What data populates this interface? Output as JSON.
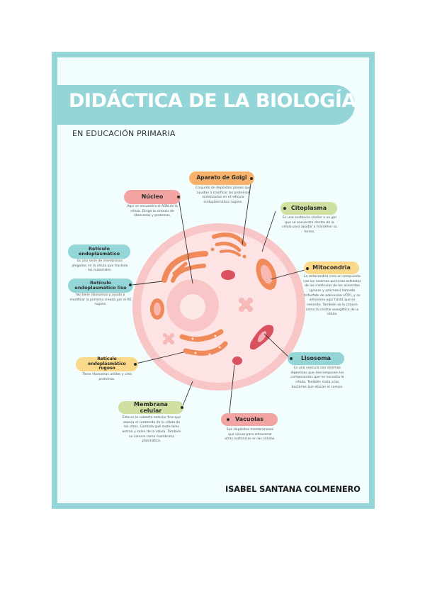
{
  "header": {
    "title": "DIDÁCTICA DE LA BIOLOGÍA",
    "subtitle": "EN EDUCACIÓN PRIMARIA"
  },
  "author": "ISABEL SANTANA COLMENERO",
  "colors": {
    "frame": "#94d6d8",
    "background": "#f2fdfd",
    "cell_outer": "#f8c6c6",
    "cell_inner": "#fde3e3",
    "organelle_orange": "#f08a5a",
    "organelle_red": "#d9505f"
  },
  "organelles": [
    {
      "id": "nucleo",
      "label": "Núcleo",
      "color": "#f4a3a3",
      "description": "Aquí se encuentra el ADN de la célula. Dirige la síntesis de ribosomas y proteínas."
    },
    {
      "id": "golgi",
      "label": "Aparato de Golgi",
      "color": "#f6b26b",
      "description": "Conjunto de depósitos planos que ayudan a clasificar las proteínas sintetizadas en el retículo endoplasmático rugoso."
    },
    {
      "id": "citoplasma",
      "label": "Citoplasma",
      "color": "#cfe0a0",
      "description": "Es una sustancia similar a un gel que se encuentra dentro de la célula para ayudar a mantener su forma."
    },
    {
      "id": "reticulo",
      "label": "Retículo endoplasmático",
      "color": "#94d6d8",
      "description": "Es una serie de membranas plegadas en la célula que traslada los materiales."
    },
    {
      "id": "reticulo-liso",
      "label": "Retículo endoplasmático liso",
      "color": "#94d6d8",
      "description": "No tiene ribosomas y ayuda a modificar la proteína creada por el RE rugoso."
    },
    {
      "id": "mitocondria",
      "label": "Mitocondria",
      "color": "#fbd98a",
      "description": "La mitocondria crea un compuesto con las enzimas químicas extraídas de las moléculas de los alimentos (grasas y azúcares) llamado trifosfato de adenosina (ATP), y se almacena aquí hasta que se necesita. También se la conoce como la central energética de la célula."
    },
    {
      "id": "reticulo-rugoso",
      "label": "Retículo endoplasmático rugoso",
      "color": "#fbd98a",
      "description": "Tiene ribosomas unidos y crea proteínas."
    },
    {
      "id": "lisosoma",
      "label": "Lisosoma",
      "color": "#94d6d8",
      "description": "Es una vesícula con enzimas digestivas que descomponen los componentes que no necesita la célula. También mata a las bacterias que atacan el cuerpo."
    },
    {
      "id": "membrana",
      "label": "Membrana celular",
      "color": "#cfe0a0",
      "description": "Esta es la cubierta exterior fina que separa el contenido de la célula de los otros. Controla qué materiales entran y salen de la célula. También se conoce como membrana plasmática."
    },
    {
      "id": "vacuolas",
      "label": "Vacuolas",
      "color": "#f4a3a3",
      "description": "Son depósitos membranosos que sirven para almacenar otras sustancias en las células."
    }
  ]
}
